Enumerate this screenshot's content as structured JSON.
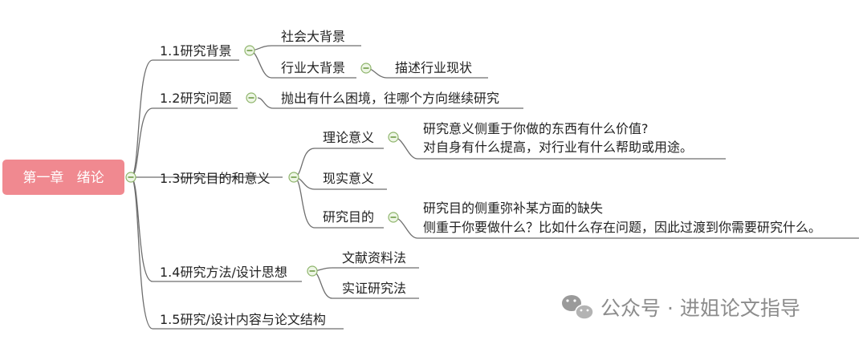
{
  "root": {
    "label": "第一章   绪论"
  },
  "sections": [
    {
      "label": "1.1研究背景",
      "children": [
        {
          "label": "社会大背景"
        },
        {
          "label": "行业大背景",
          "children": [
            {
              "label": "描述行业现状"
            }
          ]
        }
      ]
    },
    {
      "label": "1.2研究问题",
      "children": [
        {
          "label": "抛出有什么困境，往哪个方向继续研究"
        }
      ]
    },
    {
      "label": "1.3研究目的和意义",
      "children": [
        {
          "label": "理论意义",
          "children": [
            {
              "lines": [
                "研究意义侧重于你做的东西有什么价值?",
                "对自身有什么提高，对行业有什么帮助或用途。"
              ]
            }
          ]
        },
        {
          "label": "现实意义"
        },
        {
          "label": "研究目的",
          "children": [
            {
              "lines": [
                "研究目的侧重弥补某方面的缺失",
                "侧重于你要做什么？比如什么存在问题，因此过渡到你需要研究什么。"
              ]
            }
          ]
        }
      ]
    },
    {
      "label": "1.4研究方法/设计思想",
      "children": [
        {
          "label": "文献资料法"
        },
        {
          "label": "实证研究法"
        }
      ]
    },
    {
      "label": "1.5研究/设计内容与论文结构"
    }
  ],
  "watermark": {
    "text": "公众号 · 进姐论文指导",
    "icon": "wechat-icon"
  },
  "colors": {
    "root_fill": "#f08990",
    "line": "#6e6e6e",
    "toggle": "#8fb56c"
  }
}
